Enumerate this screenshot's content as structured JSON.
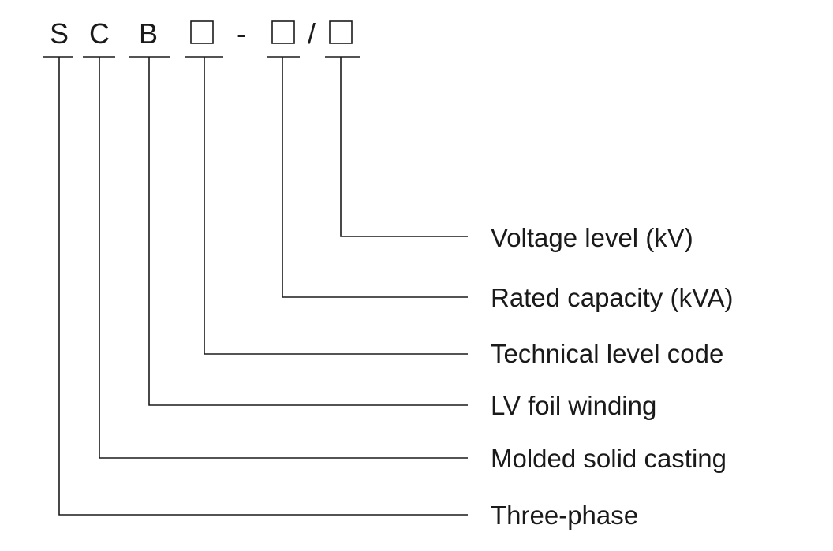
{
  "code": {
    "s": "S",
    "c": "C",
    "b": "B",
    "dash": "-",
    "slash": "/"
  },
  "labels": {
    "voltage_level": "Voltage level (kV)",
    "rated_capacity": "Rated capacity (kVA)",
    "technical_level_code": "Technical level code",
    "lv_foil_winding": "LV foil winding",
    "molded_solid_casting": "Molded solid casting",
    "three_phase": "Three-phase"
  }
}
